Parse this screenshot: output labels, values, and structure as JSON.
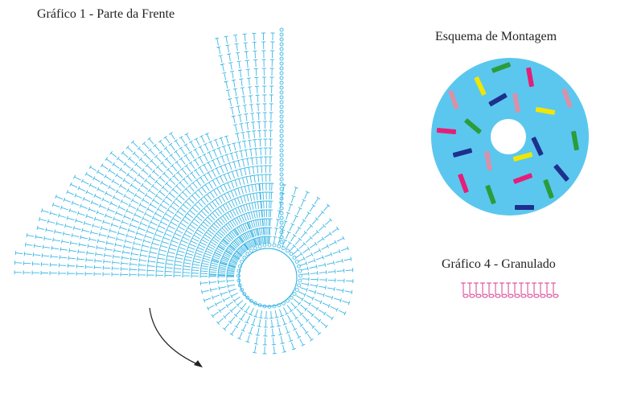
{
  "chart1": {
    "title": "Gráfico 1 - Parte da Frente"
  },
  "assembly": {
    "title": "Esquema de Montagem"
  },
  "chart4": {
    "title": "Gráfico 4 - Granulado"
  },
  "colors": {
    "stitch_blue": "#3db7e4",
    "donut_blue": "#5bc7ef",
    "granulado_pink": "#d63d8f",
    "arrow": "#222222",
    "sprinkles": [
      "#2a9d3a",
      "#1f2f8c",
      "#e61e78",
      "#f2e600",
      "#d891a8"
    ]
  }
}
